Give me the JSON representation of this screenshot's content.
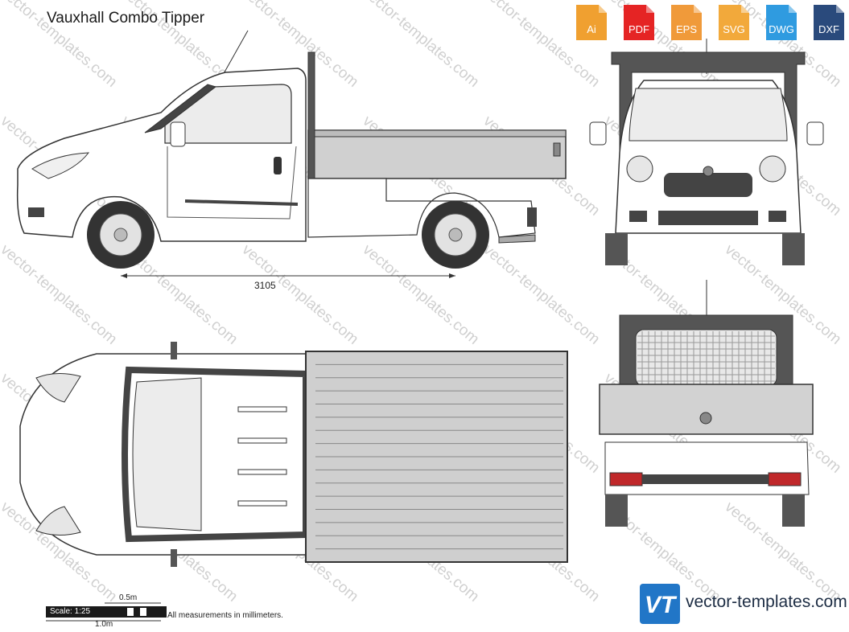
{
  "title": "Vauxhall Combo Tipper",
  "formats": [
    {
      "label": "Ai",
      "color": "#f0a030"
    },
    {
      "label": "PDF",
      "color": "#e52424"
    },
    {
      "label": "EPS",
      "color": "#f09a3a"
    },
    {
      "label": "SVG",
      "color": "#f2a93b"
    },
    {
      "label": "DWG",
      "color": "#2f9be0"
    },
    {
      "label": "DXF",
      "color": "#2a4a7c"
    }
  ],
  "dimension_label": "3105",
  "scale": {
    "label": "Scale: 1:25",
    "half_meter": "0.5m",
    "one_meter": "1.0m"
  },
  "measure_note": "All measurements in millimeters.",
  "brand": {
    "logo_text": "VT",
    "url": "vector-templates.com"
  },
  "watermark": "vector-templates.com"
}
